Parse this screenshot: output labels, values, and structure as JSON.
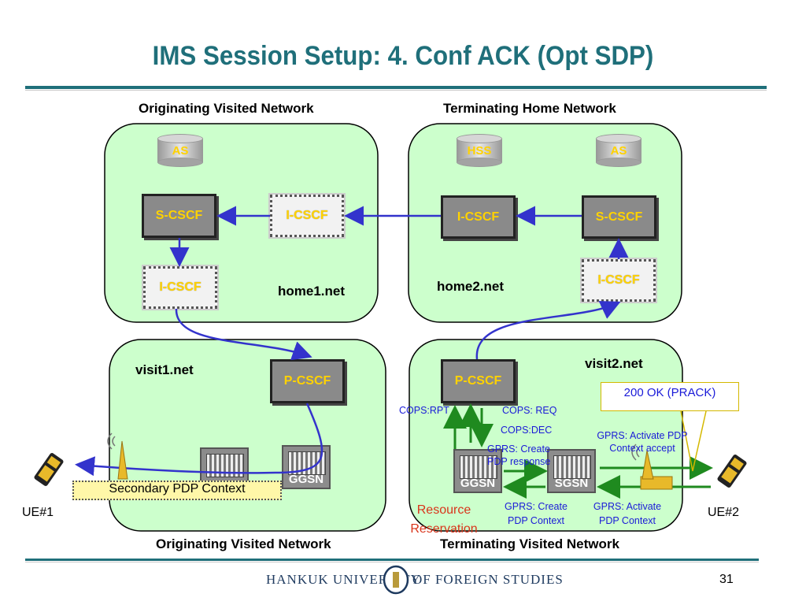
{
  "title": "IMS Session Setup: 4. Conf ACK (Opt SDP)",
  "sections": {
    "top_left": "Originating Visited Network",
    "top_right": "Terminating Home Network",
    "bottom_left": "Originating Visited Network",
    "bottom_right": "Terminating Visited Network"
  },
  "domains": {
    "home1": "home1.net",
    "home2": "home2.net",
    "visit1": "visit1.net",
    "visit2": "visit2.net"
  },
  "nodes": {
    "as1": "AS",
    "hss": "HSS",
    "as2": "AS",
    "scscf1": "S-CSCF",
    "icscf1": "I-CSCF",
    "icscf1b": "I-CSCF",
    "icscf2": "I-CSCF",
    "scscf2": "S-CSCF",
    "icscf2b": "I-CSCF",
    "pcscf1": "P-CSCF",
    "pcscf2": "P-CSCF",
    "ggsn1": "GGSN",
    "ggsn2": "GGSN",
    "sgsn2": "SGSN"
  },
  "labels": {
    "cops_rpt": "COPS:RPT",
    "cops_req": "COPS: REQ",
    "cops_dec": "COPS:DEC",
    "gprs_create_resp": "GPRS: Create PDP response",
    "gprs_activate_acc": "GPRS: Activate PDP Context accept",
    "gprs_create_ctx": "GPRS: Create PDP Context",
    "gprs_activate_ctx": "GPRS: Activate PDP Context",
    "resource_reservation": "Resource Reservation",
    "callout": "200 OK (PRACK)",
    "secondary": "Secondary PDP Context",
    "ue1": "UE#1",
    "ue2": "UE#2"
  },
  "footer": {
    "logo_left": "HANKUK UNIVERSITY",
    "logo_right": "OF FOREIGN STUDIES",
    "page": "31"
  },
  "colors": {
    "title": "#1f6f7a",
    "cloud": "#ccffcc",
    "arrow_blue": "#3333cc",
    "arrow_green": "#1f8a1f",
    "node_text": "#ffd200"
  }
}
